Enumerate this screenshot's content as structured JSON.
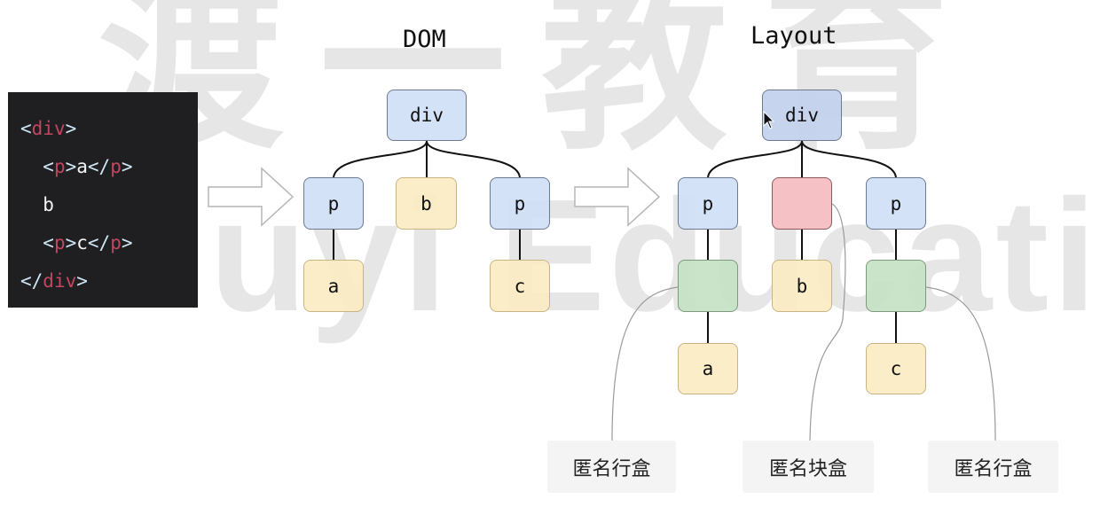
{
  "watermark": {
    "top_text": "渡一教育",
    "middle_text": "uyi Educatio"
  },
  "code_panel": {
    "lines": [
      [
        {
          "t": "<",
          "c": "br"
        },
        {
          "t": "div",
          "c": "tag"
        },
        {
          "t": ">",
          "c": "br"
        }
      ],
      [
        {
          "t": "  <",
          "c": "br"
        },
        {
          "t": "p",
          "c": "tag"
        },
        {
          "t": ">",
          "c": "br"
        },
        {
          "t": "a",
          "c": "txt"
        },
        {
          "t": "</",
          "c": "br"
        },
        {
          "t": "p",
          "c": "tag"
        },
        {
          "t": ">",
          "c": "br"
        }
      ],
      [
        {
          "t": "  b",
          "c": "txt"
        }
      ],
      [
        {
          "t": "  <",
          "c": "br"
        },
        {
          "t": "p",
          "c": "tag"
        },
        {
          "t": ">",
          "c": "br"
        },
        {
          "t": "c",
          "c": "txt"
        },
        {
          "t": "</",
          "c": "br"
        },
        {
          "t": "p",
          "c": "tag"
        },
        {
          "t": ">",
          "c": "br"
        }
      ],
      [
        {
          "t": "</",
          "c": "br"
        },
        {
          "t": "div",
          "c": "tag"
        },
        {
          "t": ">",
          "c": "br"
        }
      ]
    ]
  },
  "dom_tree": {
    "title": "DOM",
    "root": "div",
    "children": [
      {
        "label": "p",
        "kind": "element",
        "child": "a"
      },
      {
        "label": "b",
        "kind": "text"
      },
      {
        "label": "p",
        "kind": "element",
        "child": "c"
      }
    ]
  },
  "layout_tree": {
    "title": "Layout",
    "root": "div",
    "children": [
      {
        "label": "p",
        "kind": "block",
        "anon": "anonymous-line-box",
        "child": "a"
      },
      {
        "label": "",
        "kind": "anonymous-block-box",
        "child": "b"
      },
      {
        "label": "p",
        "kind": "block",
        "anon": "anonymous-line-box",
        "child": "c"
      }
    ]
  },
  "callouts": [
    {
      "label": "匿名行盒"
    },
    {
      "label": "匿名块盒"
    },
    {
      "label": "匿名行盒"
    }
  ],
  "colors": {
    "element_node": "#d0dff7",
    "text_node": "#fbecc3",
    "anonymous_block": "#f5bec1",
    "anonymous_line": "#c6e2c4",
    "code_bg": "#1f1f21",
    "code_tag": "#c2465f"
  }
}
